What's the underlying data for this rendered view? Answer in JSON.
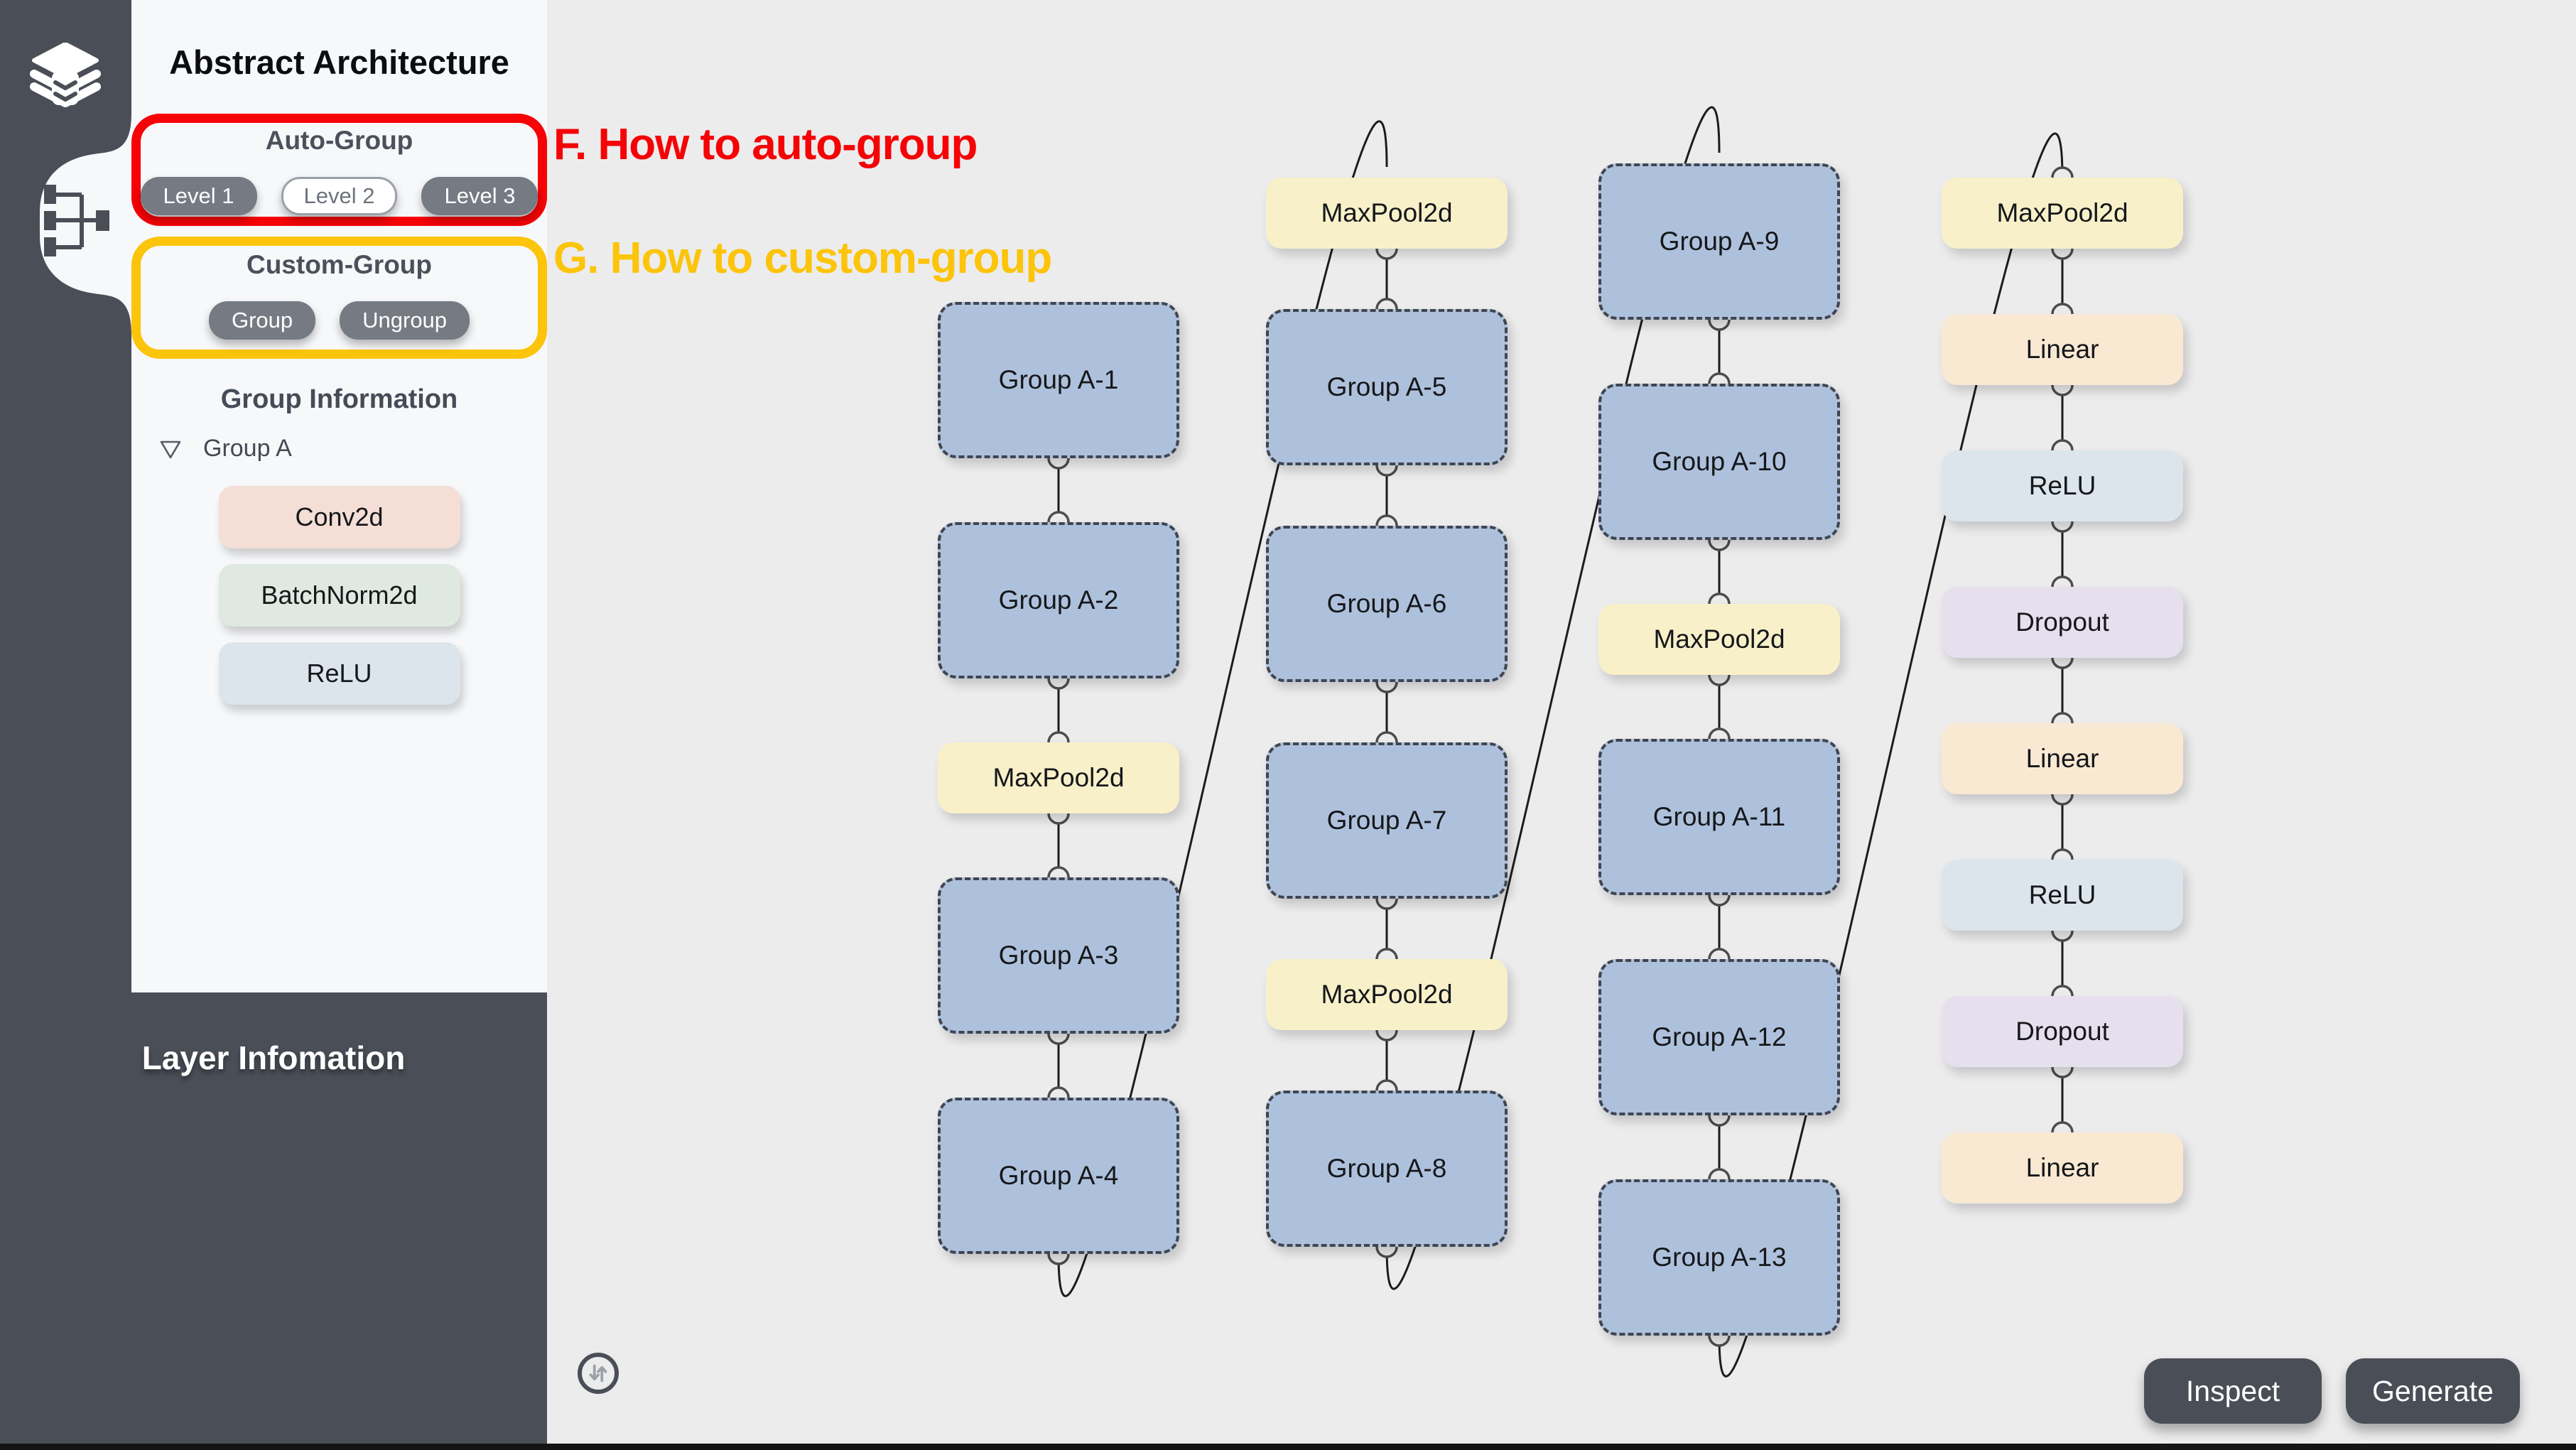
{
  "sidebar": {
    "title": "Abstract Architecture",
    "auto_group": {
      "title": "Auto-Group",
      "levels": [
        "Level 1",
        "Level 2",
        "Level 3"
      ],
      "active": "Level 2"
    },
    "custom_group": {
      "title": "Custom-Group",
      "buttons": [
        "Group",
        "Ungroup"
      ]
    },
    "group_info": {
      "title": "Group Information",
      "group_label": "Group A",
      "layers": [
        {
          "label": "Conv2d",
          "kind": "conv"
        },
        {
          "label": "BatchNorm2d",
          "kind": "batchnorm"
        },
        {
          "label": "ReLU",
          "kind": "relu"
        }
      ]
    },
    "layer_info_title": "Layer Infomation"
  },
  "annotations": {
    "f": "F. How to auto-group",
    "g": "G. How to custom-group"
  },
  "flow": {
    "columns": [
      [
        {
          "label": "Group A-1",
          "kind": "group"
        },
        {
          "label": "Group A-2",
          "kind": "group"
        },
        {
          "label": "MaxPool2d",
          "kind": "maxpool"
        },
        {
          "label": "Group A-3",
          "kind": "group"
        },
        {
          "label": "Group A-4",
          "kind": "group"
        }
      ],
      [
        {
          "label": "MaxPool2d",
          "kind": "maxpool"
        },
        {
          "label": "Group A-5",
          "kind": "group"
        },
        {
          "label": "Group A-6",
          "kind": "group"
        },
        {
          "label": "Group A-7",
          "kind": "group"
        },
        {
          "label": "MaxPool2d",
          "kind": "maxpool"
        },
        {
          "label": "Group A-8",
          "kind": "group"
        }
      ],
      [
        {
          "label": "Group A-9",
          "kind": "group"
        },
        {
          "label": "Group A-10",
          "kind": "group"
        },
        {
          "label": "MaxPool2d",
          "kind": "maxpool"
        },
        {
          "label": "Group A-11",
          "kind": "group"
        },
        {
          "label": "Group A-12",
          "kind": "group"
        },
        {
          "label": "Group A-13",
          "kind": "group"
        }
      ],
      [
        {
          "label": "MaxPool2d",
          "kind": "maxpool"
        },
        {
          "label": "Linear",
          "kind": "linear"
        },
        {
          "label": "ReLU",
          "kind": "relu"
        },
        {
          "label": "Dropout",
          "kind": "dropout"
        },
        {
          "label": "Linear",
          "kind": "linear"
        },
        {
          "label": "ReLU",
          "kind": "relu"
        },
        {
          "label": "Dropout",
          "kind": "dropout"
        },
        {
          "label": "Linear",
          "kind": "linear"
        }
      ]
    ]
  },
  "actions": {
    "inspect": "Inspect",
    "generate": "Generate"
  },
  "icons": {
    "rail_top": "layers-stack-icon",
    "rail_tree": "hierarchy-tree-icon",
    "group_toggle": "triangle-collapse-icon",
    "fit_control": "swap-vertical-arrows-icon"
  },
  "colors": {
    "accent_red": "#f50306",
    "accent_yellow": "#fcc40a",
    "rail_dark": "#4a4e57",
    "panel_bg": "#f7f8fa",
    "canvas_bg": "#ececed",
    "button_gray": "#757a83",
    "node_kinds": {
      "group": "#aec1dc",
      "maxpool": "#f8f0c9",
      "linear": "#f9e9d3",
      "relu": "#dce5ec",
      "dropout": "#e6dfed",
      "conv": "#f4ded5",
      "batchnorm": "#dfe9e1"
    }
  }
}
